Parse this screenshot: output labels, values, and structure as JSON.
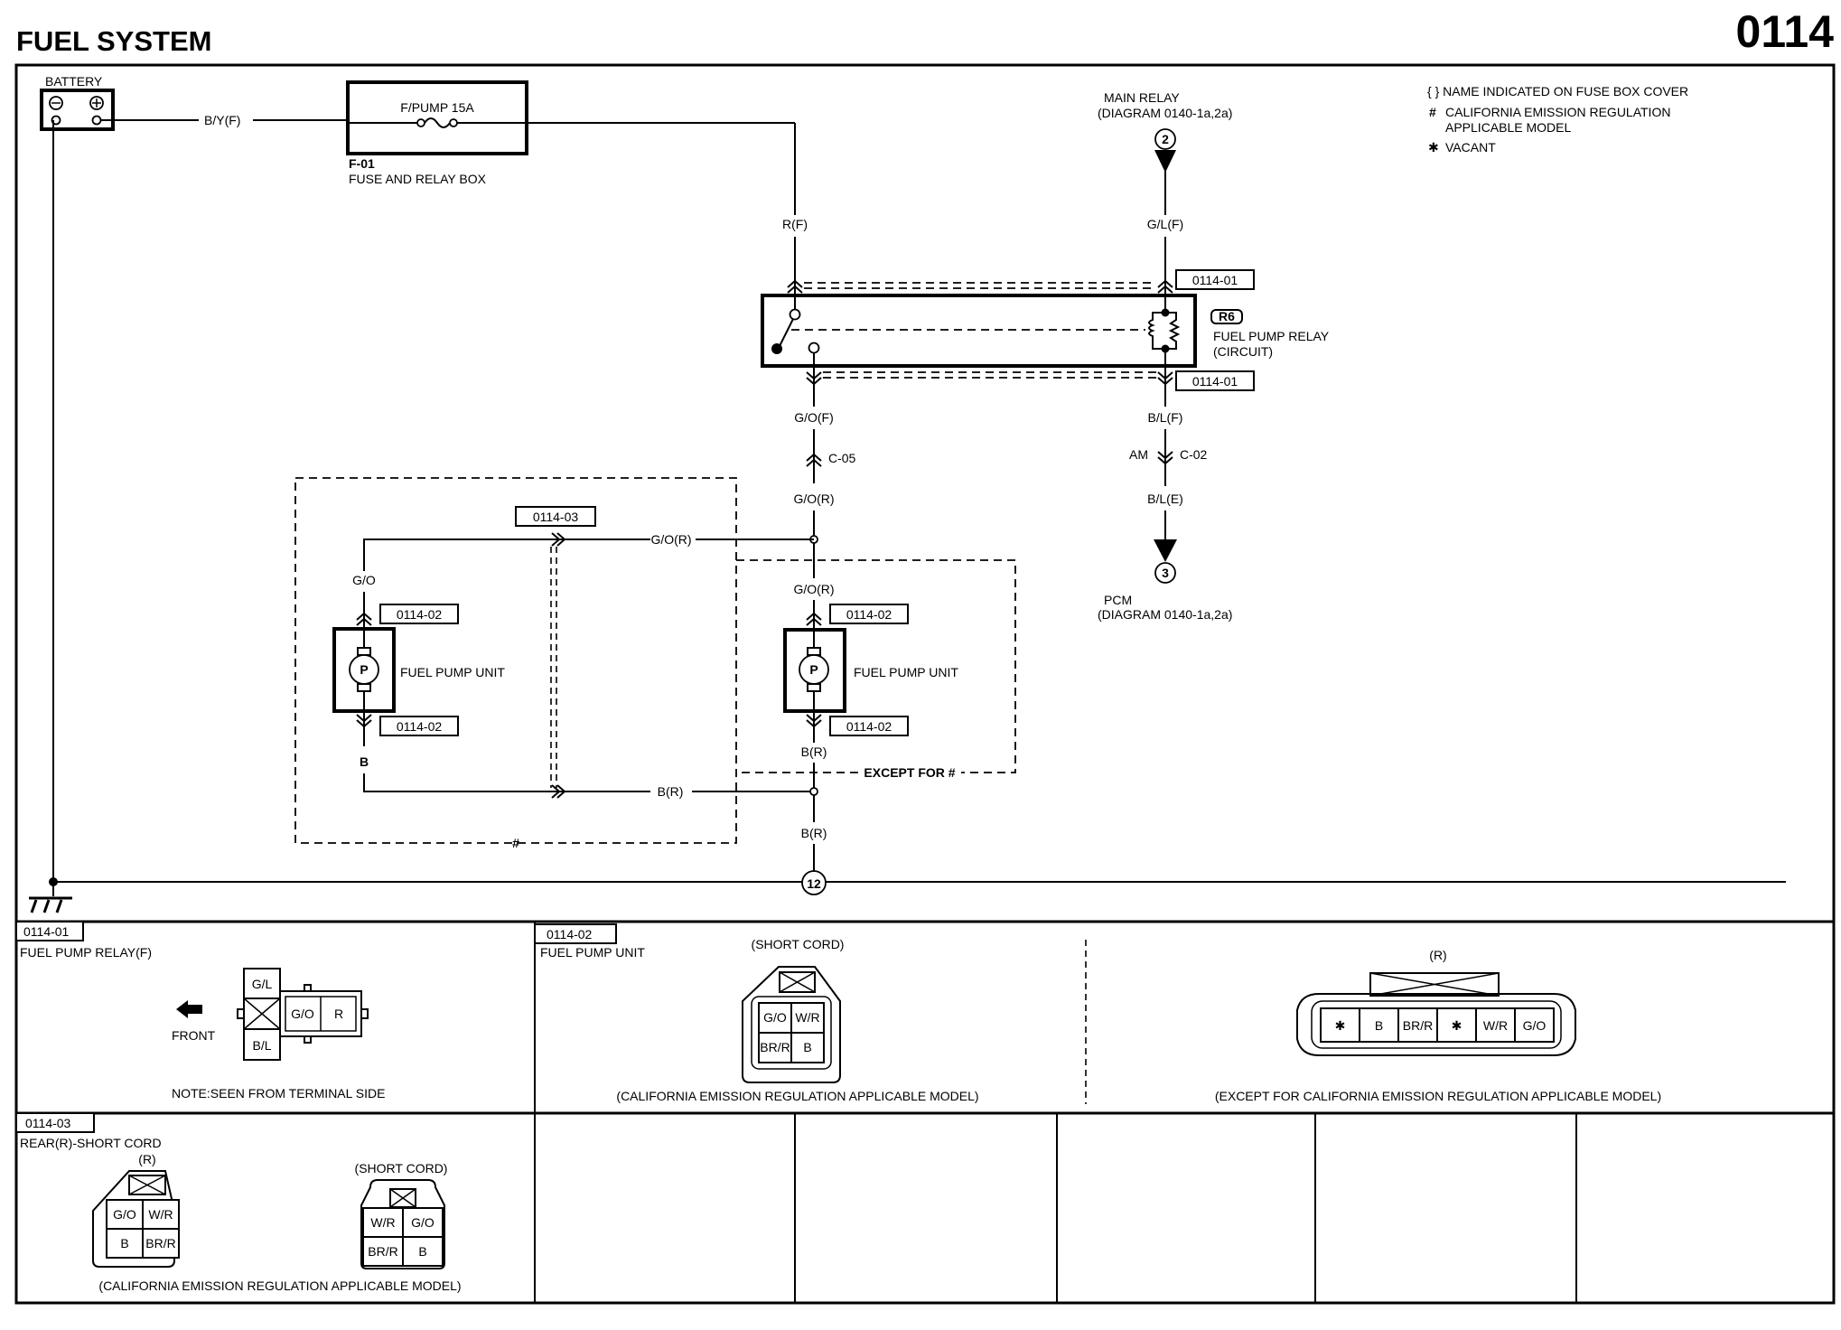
{
  "header": {
    "title": "FUEL SYSTEM",
    "page_number": "0114"
  },
  "legend": {
    "braces": "{ } NAME INDICATED ON FUSE BOX COVER",
    "hash_symbol": "#",
    "hash_line1": "CALIFORNIA EMISSION REGULATION",
    "hash_line2": "APPLICABLE MODEL",
    "star_symbol": "✱",
    "star_text": "VACANT"
  },
  "battery": {
    "label": "BATTERY",
    "neg": "−",
    "pos": "+"
  },
  "fuse_box": {
    "fuse_label": "F/PUMP 15A",
    "id": "F-01",
    "name": "FUSE AND RELAY BOX"
  },
  "wires": {
    "battery_to_fuse": "B/Y(F)",
    "fuse_to_relay": "R(F)",
    "main_relay_in": "G/L(F)",
    "relay_out_pump": "G/O(F)",
    "after_c05": "G/O(R)",
    "junction_left": "G/O(R)",
    "except_pump_in": "G/O(R)",
    "left_pump_in": "G/O",
    "left_pump_out": "B",
    "left_ground": "B(R)",
    "except_pump_out": "B(R)",
    "to_ground": "B(R)",
    "relay_out_pcm": "B/L(F)",
    "after_c02": "B/L(E)"
  },
  "connectors": {
    "c05": "C-05",
    "c02": "C-02",
    "c02_prefix": "AM"
  },
  "main_relay": {
    "name": "MAIN RELAY",
    "ref": "(DIAGRAM 0140-1a,2a)",
    "terminal": "2"
  },
  "pcm": {
    "name": "PCM",
    "ref": "(DIAGRAM 0140-1a,2a)",
    "terminal": "3"
  },
  "relay": {
    "code": "R6",
    "name": "FUEL PUMP RELAY",
    "sub": "(CIRCUIT)",
    "conn_top": "0114-01",
    "conn_bottom": "0114-01"
  },
  "pump_left": {
    "symbol": "P",
    "name": "FUEL PUMP UNIT",
    "conn_top": "0114-02",
    "conn_bottom": "0114-02",
    "short_cord": "0114-03",
    "group_mark": "#"
  },
  "pump_right": {
    "symbol": "P",
    "name": "FUEL PUMP UNIT",
    "conn_top": "0114-02",
    "conn_bottom": "0114-02",
    "group_label": "EXCEPT FOR #"
  },
  "ground": {
    "terminal": "12"
  },
  "panels": {
    "p01": {
      "id": "0114-01",
      "title": "FUEL PUMP RELAY(F)",
      "front": "FRONT",
      "note": "NOTE:SEEN FROM TERMINAL SIDE",
      "pins": {
        "top": "G/L",
        "bottom": "B/L",
        "mid1": "G/O",
        "mid2": "R"
      }
    },
    "p02": {
      "id": "0114-02",
      "title": "FUEL PUMP UNIT",
      "left_caption_top": "(SHORT CORD)",
      "left_pins": [
        "G/O",
        "W/R",
        "BR/R",
        "B"
      ],
      "left_caption": "(CALIFORNIA EMISSION REGULATION APPLICABLE MODEL)",
      "right_caption_top": "(R)",
      "right_pins": [
        "✱",
        "B",
        "BR/R",
        "✱",
        "W/R",
        "G/O"
      ],
      "right_caption": "(EXCEPT FOR CALIFORNIA EMISSION REGULATION APPLICABLE MODEL)"
    },
    "p03": {
      "id": "0114-03",
      "title": "REAR(R)-SHORT CORD",
      "left_caption_top": "(R)",
      "left_pins": [
        "G/O",
        "W/R",
        "B",
        "BR/R"
      ],
      "right_caption_top": "(SHORT CORD)",
      "right_pins": [
        "W/R",
        "G/O",
        "BR/R",
        "B"
      ],
      "caption": "(CALIFORNIA EMISSION REGULATION APPLICABLE MODEL)"
    }
  }
}
